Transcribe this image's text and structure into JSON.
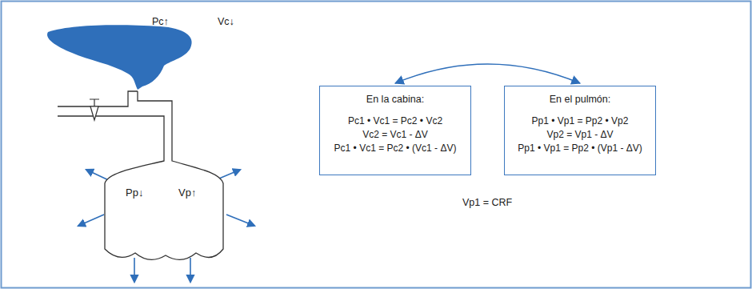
{
  "diagram": {
    "nodes": [
      {
        "text": [
          "Pp↓",
          "Vp↑"
        ]
      },
      {
        "text": [
          "En la cabina:",
          "Pc1 • Vc1 = Pc2 • Vc2",
          "Vc2 = Vc1 - ΔV",
          "Pc1 • Vc1 = Pc2 • (Vc1 - ΔV)"
        ]
      },
      {
        "text": [
          "En el pulmón:",
          "Pp1 • Vp1 = Pp2 • Vp2",
          "Vp2 = Vp1 - ΔV",
          "Pp1 • Vp1 = Pp2 • (Vp1 - ΔV)"
        ]
      }
    ],
    "edges": [
      {
        "from": 1,
        "to": 2,
        "arrow": "both"
      }
    ],
    "labels": [
      "Pc↑",
      "Vc↓",
      "Vp1 = CRF"
    ]
  }
}
